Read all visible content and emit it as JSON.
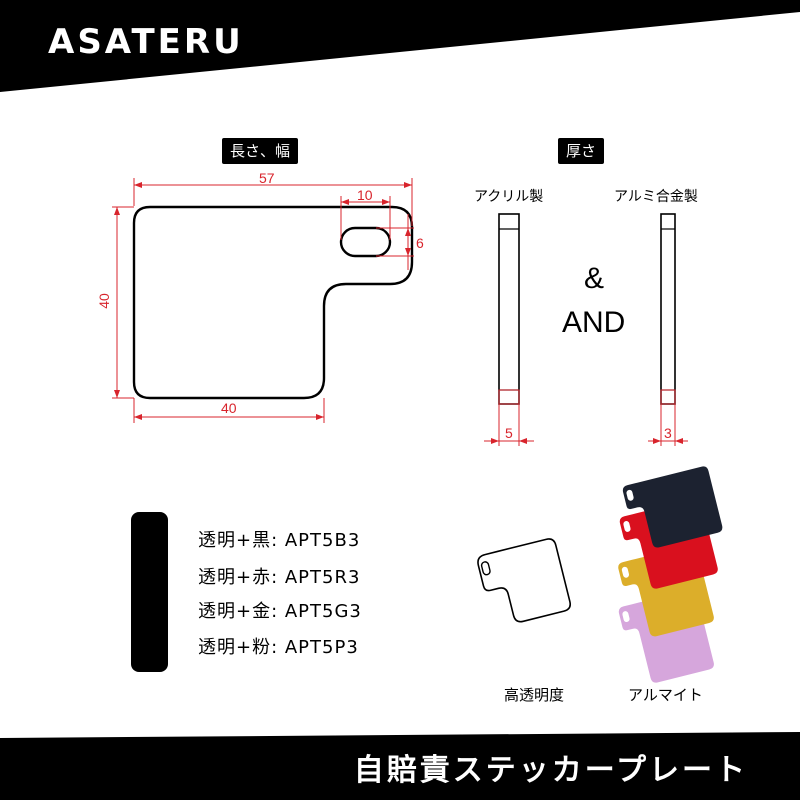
{
  "header": {
    "brand": "ASATERU"
  },
  "dimensions_section": {
    "label": "長さ、幅",
    "width_top": "57",
    "notch_width": "10",
    "hole_height": "6",
    "height_left": "40",
    "width_bottom": "40"
  },
  "thickness_section": {
    "label": "厚さ",
    "acrylic_label": "アクリル製",
    "aluminum_label": "アルミ合金製",
    "acrylic_thickness": "5",
    "aluminum_thickness": "3",
    "ampersand": "&",
    "and_text": "AND"
  },
  "variants": [
    {
      "label": "透明+黒: APT5B3"
    },
    {
      "label": "透明+赤: APT5R3"
    },
    {
      "label": "透明+金: APT5G3"
    },
    {
      "label": "透明+粉: APT5P3"
    }
  ],
  "captions": {
    "transparent": "高透明度",
    "anodized": "アルマイト"
  },
  "colors": {
    "black_plate": "#1c2230",
    "red_plate": "#d9101e",
    "gold_plate": "#dcae2a",
    "pink_plate": "#d6a6dc",
    "dimension_red": "#d8242c"
  },
  "footer": {
    "title": "自賠責ステッカープレート"
  }
}
